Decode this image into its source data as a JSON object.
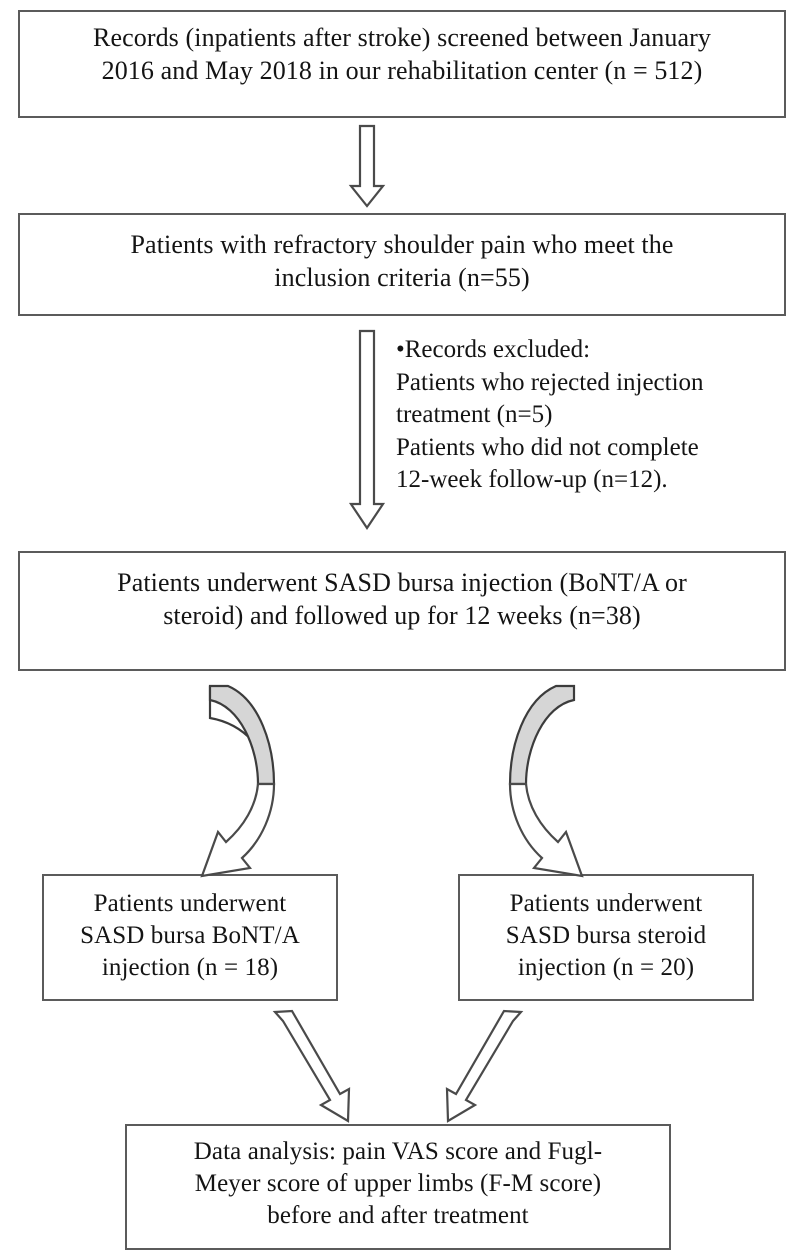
{
  "figure": {
    "type": "flowchart",
    "title": "Study participant flow diagram"
  },
  "nodes": {
    "screened": {
      "id": "records-screened",
      "text": "Records (inpatients after stroke) screened between January\n2016 and May 2018 in our rehabilitation center (n = 512)",
      "count": 512
    },
    "inclusion": {
      "id": "meets-inclusion-criteria",
      "text": "Patients with refractory shoulder pain who meet the\ninclusion criteria (n=55)",
      "count": 55
    },
    "injection": {
      "id": "sasd-bursa-injection",
      "text": "Patients underwent SASD bursa injection (BoNT/A or\nsteroid) and followed up for 12 weeks (n=38)",
      "count": 38
    },
    "bont": {
      "id": "bont-a-group",
      "text": "Patients underwent\nSASD bursa BoNT/A\ninjection (n = 18)",
      "count": 18
    },
    "steroid": {
      "id": "steroid-group",
      "text": "Patients underwent\nSASD bursa steroid\ninjection (n = 20)",
      "count": 20
    },
    "analysis": {
      "id": "data-analysis",
      "text": "Data analysis: pain VAS score and Fugl-\nMeyer score of upper limbs (F-M score)\nbefore and after treatment"
    }
  },
  "annotations": {
    "exclusion": {
      "text": "•Records excluded:\nPatients who rejected injection\ntreatment (n=5)\nPatients who did not complete\n12-week follow-up (n=12).",
      "rejected_injection": 5,
      "incomplete_followup": 12
    }
  },
  "connectors": [
    {
      "name": "arrow-screened-to-inclusion",
      "style": "block-arrow-down"
    },
    {
      "name": "arrow-inclusion-to-injection",
      "style": "long-block-arrow-down"
    },
    {
      "name": "arrow-injection-to-bont",
      "style": "curved-block-arrow-down-left"
    },
    {
      "name": "arrow-injection-to-steroid",
      "style": "curved-block-arrow-down-right"
    },
    {
      "name": "arrow-bont-to-analysis",
      "style": "diagonal-block-arrow-down-right"
    },
    {
      "name": "arrow-steroid-to-analysis",
      "style": "diagonal-block-arrow-down-left"
    }
  ],
  "colors": {
    "background": "#ffffff",
    "box_border": "#5b5b5b",
    "text": "#141414",
    "arrow_outline": "#4a4a4a",
    "arrow_shaded_fill": "#d6d6d6"
  }
}
